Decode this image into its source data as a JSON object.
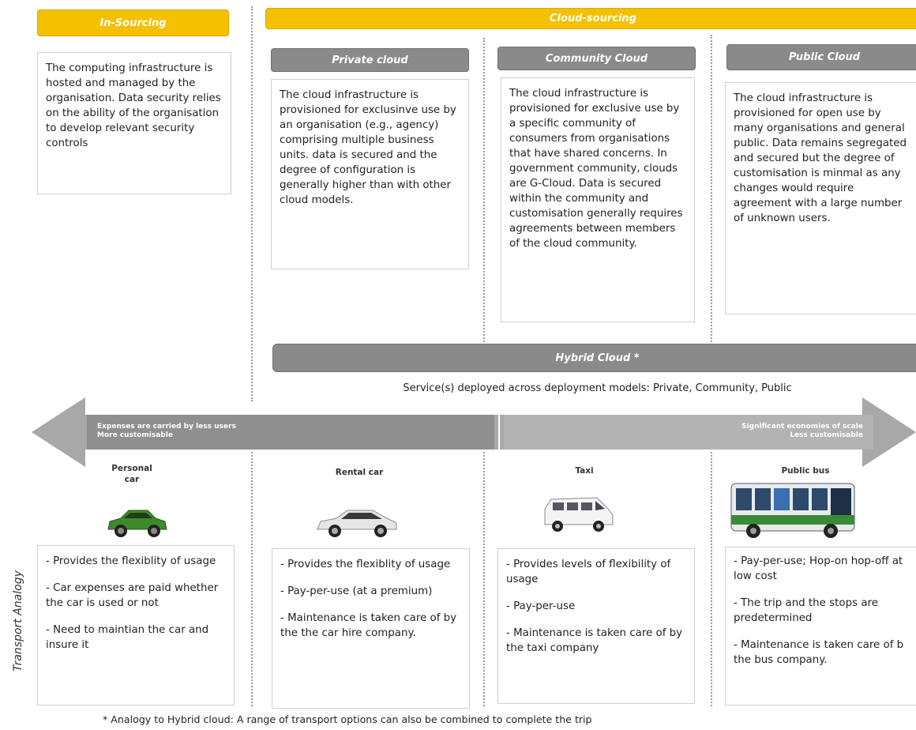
{
  "headers": {
    "in_sourcing": "In-Sourcing",
    "cloud_sourcing": "Cloud-sourcing",
    "private_cloud": "Private cloud",
    "community_cloud": "Community Cloud",
    "public_cloud": "Public Cloud",
    "hybrid_cloud": "Hybrid Cloud *"
  },
  "descriptions": {
    "in_sourcing": "The computing infrastructure is hosted and managed by the organisation. Data security relies on the ability of the organisation to develop relevant security controls",
    "private_cloud": "The cloud infrastructure is provisioned for exclusinve use by an organisation (e.g., agency) comprising multiple business units. data is secured and the degree of configuration is generally higher than with other cloud models.",
    "community_cloud": "The cloud infrastructure is provisioned for exclusive use by a specific community of consumers from organisations that have shared concerns. In government community, clouds are G-Cloud. Data is secured within the community and customisation generally requires agreements between members of the cloud community.",
    "public_cloud": "The cloud infrastructure is provisioned for open use by many organisations and general public. Data remains segregated and secured but the degree of customisation is minmal as any changes would require agreement with a large number of unknown users."
  },
  "hybrid_note": "Service(s) deployed across deployment models: Private, Community, Public",
  "arrow": {
    "left_line1": "Expenses are carried by less users",
    "left_line2": "More customisable",
    "right_line1": "Significant economies of scale",
    "right_line2": "Less customisable"
  },
  "transport": {
    "side_label": "Transport Analogy",
    "items": [
      {
        "label": "Personal\ncar",
        "points": [
          "- Provides the flexiblity of usage",
          "-  Car expenses are paid whether the car is used or not",
          "-  Need to maintian the car and insure it"
        ]
      },
      {
        "label": "Rental car",
        "points": [
          "- Provides the flexiblity of usage",
          "-  Pay-per-use (at a premium)",
          "- Maintenance is taken care of by the the car hire company."
        ]
      },
      {
        "label": "Taxi",
        "points": [
          "- Provides levels of flexibility of usage",
          "- Pay-per-use",
          "- Maintenance is taken care of by the taxi company"
        ]
      },
      {
        "label": "Public bus",
        "points": [
          "-  Pay-per-use; Hop-on hop-off at low cost",
          "- The trip and the stops are predetermined",
          "- Maintenance is taken care of b the bus company."
        ]
      }
    ]
  },
  "footnote": "* Analogy to Hybrid cloud: A range of transport options can also be combined to complete the trip",
  "colors": {
    "gold": "#f5c000",
    "grey_header": "#8a8a8a",
    "arrow": "#a8a8a8",
    "car_green": "#3d8a2a",
    "bus_blue": "#3a6fb0"
  }
}
